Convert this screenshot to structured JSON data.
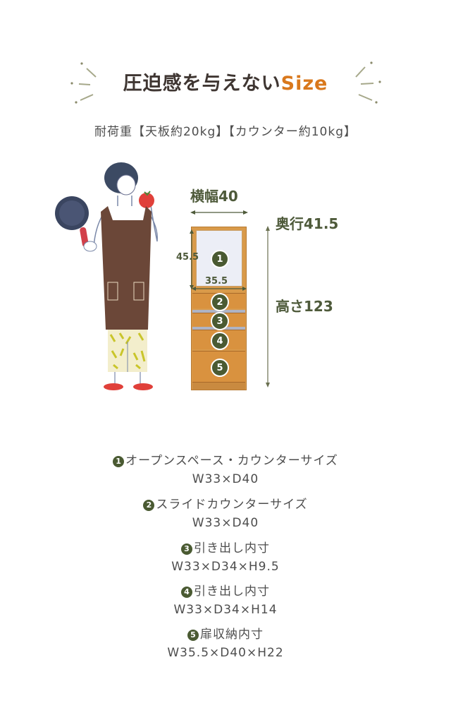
{
  "header": {
    "title_main": "圧迫感を与えない",
    "title_accent": "Size",
    "accent_color": "#d9781c",
    "load_capacity": "耐荷重【天板約20kg】【カウンター約10kg】"
  },
  "diagram": {
    "width_label": "横幅40",
    "depth_label": "奥行41.5",
    "height_label": "高さ123",
    "inner_height_label": "45.5",
    "inner_width_label": "35.5",
    "badges": [
      "1",
      "2",
      "3",
      "4",
      "5"
    ],
    "illustration": "woman-with-frying-pan-and-tomato"
  },
  "specs": [
    {
      "num": "1",
      "name": "オープンスペース・カウンターサイズ",
      "size": "W33×D40"
    },
    {
      "num": "2",
      "name": "スライドカウンターサイズ",
      "size": "W33×D40"
    },
    {
      "num": "3",
      "name": "引き出し内寸",
      "size": "W33×D34×H9.5"
    },
    {
      "num": "4",
      "name": "引き出し内寸",
      "size": "W33×D34×H14"
    },
    {
      "num": "5",
      "name": "扉収納内寸",
      "size": "W35.5×D40×H22"
    }
  ]
}
